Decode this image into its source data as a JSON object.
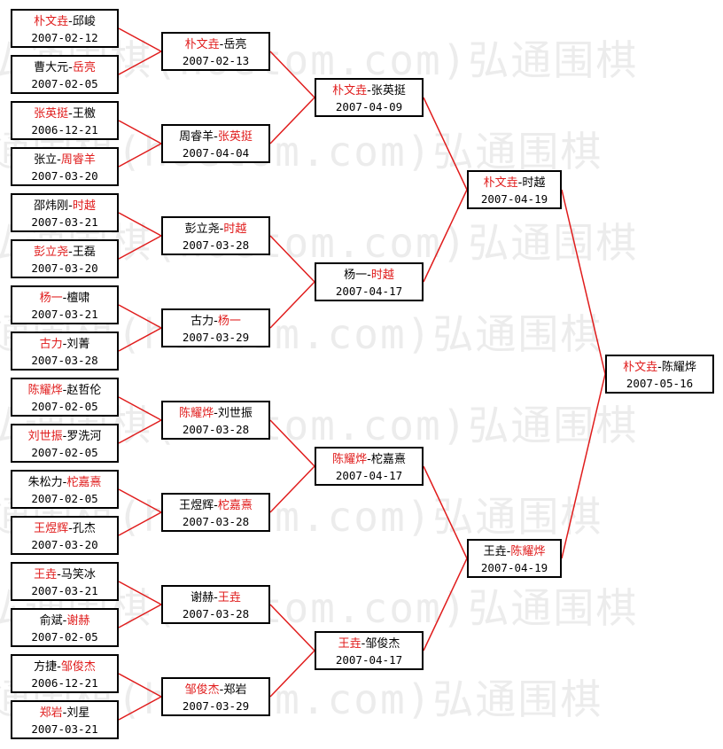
{
  "watermark": "弘通围棋(hoetom.com)弘通围棋",
  "colors": {
    "winner": "#e01c1c",
    "line": "#e01c1c",
    "border": "#000000",
    "watermark": "#ececec"
  },
  "matches": [
    {
      "id": "r1-1",
      "round": 1,
      "p1": "朴文垚",
      "p2": "邱峻",
      "winner": 1,
      "date": "2007-02-12"
    },
    {
      "id": "r1-2",
      "round": 1,
      "p1": "曹大元",
      "p2": "岳亮",
      "winner": 2,
      "date": "2007-02-05"
    },
    {
      "id": "r1-3",
      "round": 1,
      "p1": "张英挺",
      "p2": "王檄",
      "winner": 1,
      "date": "2006-12-21"
    },
    {
      "id": "r1-4",
      "round": 1,
      "p1": "张立",
      "p2": "周睿羊",
      "winner": 2,
      "date": "2007-03-20"
    },
    {
      "id": "r1-5",
      "round": 1,
      "p1": "邵炜刚",
      "p2": "时越",
      "winner": 2,
      "date": "2007-03-21"
    },
    {
      "id": "r1-6",
      "round": 1,
      "p1": "彭立尧",
      "p2": "王磊",
      "winner": 1,
      "date": "2007-03-20"
    },
    {
      "id": "r1-7",
      "round": 1,
      "p1": "杨一",
      "p2": "檀啸",
      "winner": 1,
      "date": "2007-03-21"
    },
    {
      "id": "r1-8",
      "round": 1,
      "p1": "古力",
      "p2": "刘菁",
      "winner": 1,
      "date": "2007-03-28"
    },
    {
      "id": "r1-9",
      "round": 1,
      "p1": "陈耀烨",
      "p2": "赵哲伦",
      "winner": 1,
      "date": "2007-02-05"
    },
    {
      "id": "r1-10",
      "round": 1,
      "p1": "刘世振",
      "p2": "罗洗河",
      "winner": 1,
      "date": "2007-02-05"
    },
    {
      "id": "r1-11",
      "round": 1,
      "p1": "朱松力",
      "p2": "柁嘉熹",
      "winner": 2,
      "date": "2007-02-05"
    },
    {
      "id": "r1-12",
      "round": 1,
      "p1": "王煜辉",
      "p2": "孔杰",
      "winner": 1,
      "date": "2007-03-20"
    },
    {
      "id": "r1-13",
      "round": 1,
      "p1": "王垚",
      "p2": "马笑冰",
      "winner": 1,
      "date": "2007-03-21"
    },
    {
      "id": "r1-14",
      "round": 1,
      "p1": "俞斌",
      "p2": "谢赫",
      "winner": 2,
      "date": "2007-02-05"
    },
    {
      "id": "r1-15",
      "round": 1,
      "p1": "方捷",
      "p2": "邹俊杰",
      "winner": 2,
      "date": "2006-12-21"
    },
    {
      "id": "r1-16",
      "round": 1,
      "p1": "郑岩",
      "p2": "刘星",
      "winner": 1,
      "date": "2007-03-21"
    },
    {
      "id": "r2-1",
      "round": 2,
      "p1": "朴文垚",
      "p2": "岳亮",
      "winner": 1,
      "date": "2007-02-13"
    },
    {
      "id": "r2-2",
      "round": 2,
      "p1": "周睿羊",
      "p2": "张英挺",
      "winner": 2,
      "date": "2007-04-04"
    },
    {
      "id": "r2-3",
      "round": 2,
      "p1": "彭立尧",
      "p2": "时越",
      "winner": 2,
      "date": "2007-03-28"
    },
    {
      "id": "r2-4",
      "round": 2,
      "p1": "古力",
      "p2": "杨一",
      "winner": 2,
      "date": "2007-03-29"
    },
    {
      "id": "r2-5",
      "round": 2,
      "p1": "陈耀烨",
      "p2": "刘世振",
      "winner": 1,
      "date": "2007-03-28"
    },
    {
      "id": "r2-6",
      "round": 2,
      "p1": "王煜辉",
      "p2": "柁嘉熹",
      "winner": 2,
      "date": "2007-03-28"
    },
    {
      "id": "r2-7",
      "round": 2,
      "p1": "谢赫",
      "p2": "王垚",
      "winner": 2,
      "date": "2007-03-28"
    },
    {
      "id": "r2-8",
      "round": 2,
      "p1": "邹俊杰",
      "p2": "郑岩",
      "winner": 1,
      "date": "2007-03-29"
    },
    {
      "id": "r3-1",
      "round": 3,
      "p1": "朴文垚",
      "p2": "张英挺",
      "winner": 1,
      "date": "2007-04-09"
    },
    {
      "id": "r3-2",
      "round": 3,
      "p1": "杨一",
      "p2": "时越",
      "winner": 2,
      "date": "2007-04-17"
    },
    {
      "id": "r3-3",
      "round": 3,
      "p1": "陈耀烨",
      "p2": "柁嘉熹",
      "winner": 1,
      "date": "2007-04-17"
    },
    {
      "id": "r3-4",
      "round": 3,
      "p1": "王垚",
      "p2": "邹俊杰",
      "winner": 1,
      "date": "2007-04-17"
    },
    {
      "id": "r4-1",
      "round": 4,
      "p1": "朴文垚",
      "p2": "时越",
      "winner": 1,
      "date": "2007-04-19"
    },
    {
      "id": "r4-2",
      "round": 4,
      "p1": "王垚",
      "p2": "陈耀烨",
      "winner": 2,
      "date": "2007-04-19"
    },
    {
      "id": "r5-1",
      "round": 5,
      "p1": "朴文垚",
      "p2": "陈耀烨",
      "winner": 1,
      "date": "2007-05-16"
    }
  ]
}
